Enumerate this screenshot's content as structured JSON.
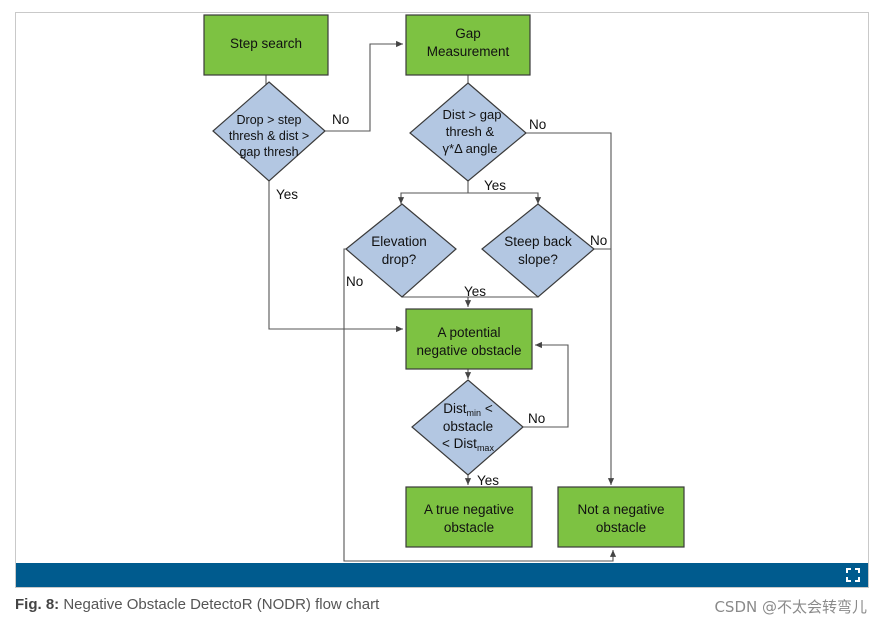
{
  "figure": {
    "caption_label": "Fig. 8:",
    "caption_text": "Negative Obstacle DetectoR (NODR) flow chart",
    "watermark": "CSDN @不太会转弯儿",
    "expand_icon": "fullscreen-expand-icon"
  },
  "colors": {
    "process_fill": "#7dc242",
    "decision_fill": "#b3c7e2",
    "bar": "#005b8e"
  },
  "nodes": {
    "step_search": {
      "lines": [
        "Step search"
      ]
    },
    "gap_measurement": {
      "lines": [
        "Gap",
        "Measurement"
      ]
    },
    "drop_decision": {
      "lines": [
        "Drop > step",
        "thresh & dist >",
        "gap thresh"
      ]
    },
    "dist_gap_decision": {
      "lines": [
        "Dist > gap",
        "thresh &",
        "γ*Δ angle"
      ]
    },
    "elevation_drop": {
      "lines": [
        "Elevation",
        "drop?"
      ]
    },
    "steep_back_slope": {
      "lines": [
        "Steep back",
        "slope?"
      ]
    },
    "potential_obstacle": {
      "lines": [
        "A potential",
        "negative obstacle"
      ]
    },
    "dist_range_decision": {
      "line1": "Dist",
      "line1_sub": "min",
      "line1_after": " <",
      "line2": "obstacle",
      "line3": "< Dist",
      "line3_sub": "max"
    },
    "true_obstacle": {
      "lines": [
        "A true negative",
        "obstacle"
      ]
    },
    "not_obstacle": {
      "lines": [
        "Not a negative",
        "obstacle"
      ]
    }
  },
  "edge_labels": {
    "drop_no": "No",
    "drop_yes": "Yes",
    "gap_no": "No",
    "gap_yes": "Yes",
    "elevation_no": "No",
    "steep_no": "No",
    "merge_yes": "Yes",
    "range_no": "No",
    "range_yes": "Yes"
  }
}
